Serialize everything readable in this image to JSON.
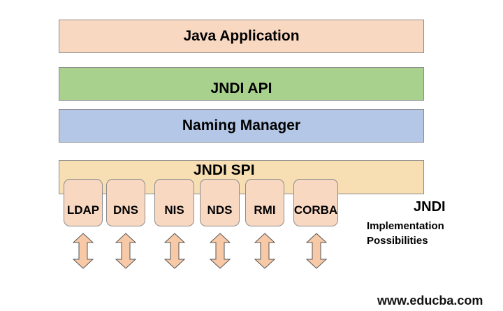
{
  "colors": {
    "application": "#f9d8c2",
    "api": "#a9d18e",
    "naming_manager": "#b4c7e7",
    "spi": "#f7dfb3",
    "implementation": "#f9d8c2",
    "arrow_fill": "#f7c9a7",
    "border": "#8c8c8c"
  },
  "layers": {
    "application": "Java Application",
    "api": "JNDI API",
    "naming_manager": "Naming Manager",
    "spi": "JNDI SPI"
  },
  "implementations": [
    "LDAP",
    "DNS",
    "NIS",
    "NDS",
    "RMI",
    "CORBA"
  ],
  "arrow_icon": "double-vertical-arrow-icon",
  "note": {
    "title": "JNDI",
    "line1": "Implementation",
    "line2": "Possibilities"
  },
  "watermark": "www.educba.com"
}
